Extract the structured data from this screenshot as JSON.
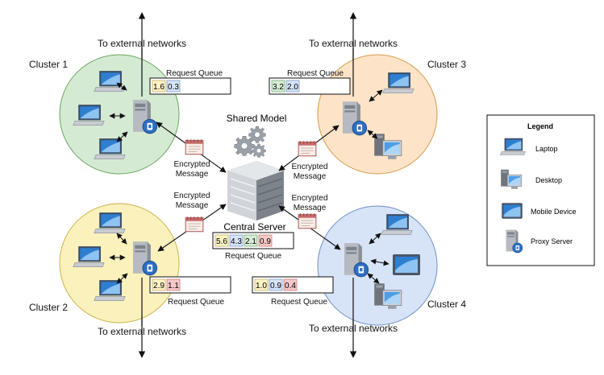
{
  "external_networks_label": "To external networks",
  "clusters": [
    {
      "name": "Cluster 1",
      "color": "#d5ead3",
      "queue_label": "Request Queue",
      "queue": [
        "1.6",
        "0.3"
      ]
    },
    {
      "name": "Cluster 2",
      "color": "#fbf1bd",
      "queue_label": "Request Queue",
      "queue": [
        "2.9",
        "1.1"
      ]
    },
    {
      "name": "Cluster 3",
      "color": "#fde4c8",
      "queue_label": "Request Queue",
      "queue": [
        "3.2",
        "2.0"
      ]
    },
    {
      "name": "Cluster 4",
      "color": "#d7e4f8",
      "queue_label": "Request Queue",
      "queue": [
        "1.0",
        "0.9",
        "0.4"
      ]
    }
  ],
  "central": {
    "title": "Central Server",
    "shared_model": "Shared Model",
    "queue_label": "Request Queue",
    "queue": [
      "5.6",
      "4.3",
      "2.1",
      "0.9"
    ]
  },
  "encrypted_message_line1": "Encrypted",
  "encrypted_message_line2": "Message",
  "legend": {
    "title": "Legend",
    "items": [
      "Laptop",
      "Desktop",
      "Mobile Device",
      "Proxy Server"
    ]
  },
  "colors": {
    "cell_yellow": "#fdf2c4",
    "cell_blue": "#d6e4f7",
    "cell_green": "#d6ebd4",
    "cell_red": "#f7c8c8",
    "arrow": "#111111"
  }
}
